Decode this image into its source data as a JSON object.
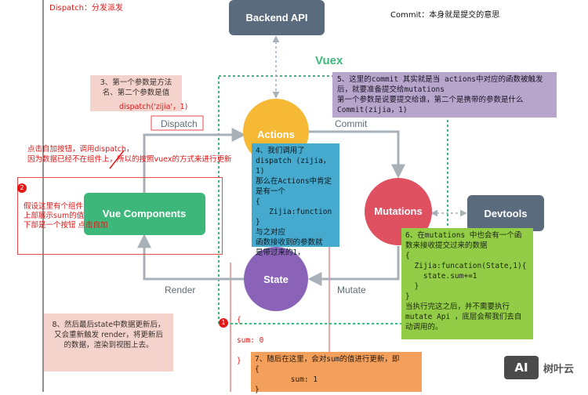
{
  "top_notes": {
    "dispatch": "Dispatch：分发派发",
    "commit": "Commit：本身就是提交的意思"
  },
  "diagram": {
    "title": "Vuex",
    "nodes": {
      "backend": "Backend API",
      "actions": "Actions",
      "mutations": "Mutations",
      "state": "State",
      "vue_components": "Vue Components",
      "devtools": "Devtools"
    },
    "edges": {
      "dispatch": "Dispatch",
      "commit": "Commit",
      "mutate": "Mutate",
      "render": "Render"
    },
    "colors": {
      "actions": "#f6b935",
      "mutations": "#df5161",
      "state": "#8a63b8",
      "vue_components": "#3db87a",
      "backend": "#5a6b7d",
      "devtools": "#5a6b7d",
      "vuex_frame": "#3db87a",
      "arrow": "#a8b0b8"
    }
  },
  "notes": {
    "n3": {
      "lines": [
        "3、第一个参数是方法",
        "名、第二个参数是值"
      ],
      "code": "dispatch('zijia'，1)"
    },
    "click": {
      "lines": [
        "点击自加按钮，调用dispatch，",
        "因为数据已经不在组件上，所以的按照vuex的方式来进行更新"
      ]
    },
    "component": {
      "badge": "2",
      "lines": [
        "假设这里有个组件",
        "上部展示sum的值",
        "下部是一个按钮 点击自加"
      ]
    },
    "n4": {
      "lines": [
        "4、我们调用了",
        "dispatch (zijia，1)",
        "那么在Actions中肯定",
        "是有一个",
        "{",
        "   Zijia:function",
        "}",
        "与之对应",
        "函数接收到的参数就",
        "是带过来的1，"
      ]
    },
    "n5": {
      "lines": [
        "5、这里的commit 其实就是当 actions中对应的函数被触发",
        "后，就要准备提交给mutations",
        "第一个参数是说要提交给谁，第二个是携带的参数是什么",
        "Commit(zijia，1)"
      ]
    },
    "n6": {
      "lines": [
        "6、在mutations 中也会有一个函",
        "数来接收提交过来的数据",
        "{",
        "  Zijia:funcation(State,1){",
        "    state.sum+=1",
        "  }",
        "}",
        "当执行完这之后，并不需要执行",
        "mutate Api ，底层会帮我们去自",
        "动调用的。"
      ]
    },
    "state_code": {
      "badge": "1",
      "lines": [
        "{",
        "",
        "sum: 0",
        "",
        "}"
      ]
    },
    "n7": {
      "lines": [
        "7、随后在这里，会对sum的值进行更新，即",
        "{",
        "        sum: 1",
        "}"
      ]
    },
    "n8": {
      "lines": [
        "8、然后最后state中数据更新后，",
        "又会重新触发 render，将更新后",
        "的数据，渲染到视图上去。"
      ]
    }
  },
  "logo": {
    "mark": "AI",
    "text": "树叶云"
  }
}
